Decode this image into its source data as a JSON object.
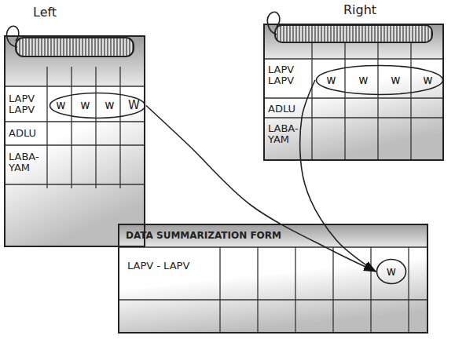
{
  "diagram": {
    "nodes": [
      {
        "text": [
          "Left",
          "LAPV LAPV",
          "ADLU",
          "LABA- YAM"
        ]
      },
      {
        "text": [
          "w",
          "w",
          "w",
          "W"
        ],
        "in": 0
      },
      {
        "text": [
          "Right",
          "LAPV LAPV",
          "ADLU",
          "LABA- YAM"
        ]
      },
      {
        "text": [
          "w",
          "w",
          "w",
          "w"
        ],
        "in": 2
      },
      {
        "text": [
          "DATA SUMMARIZATION FORM",
          "LAPV - LAPV"
        ]
      },
      {
        "text": [
          "w"
        ],
        "in": 4
      }
    ],
    "edges": [
      {
        "from": 1,
        "to": 5,
        "arrow": "to"
      },
      {
        "from": 3,
        "to": 5,
        "arrow": "to"
      }
    ]
  }
}
